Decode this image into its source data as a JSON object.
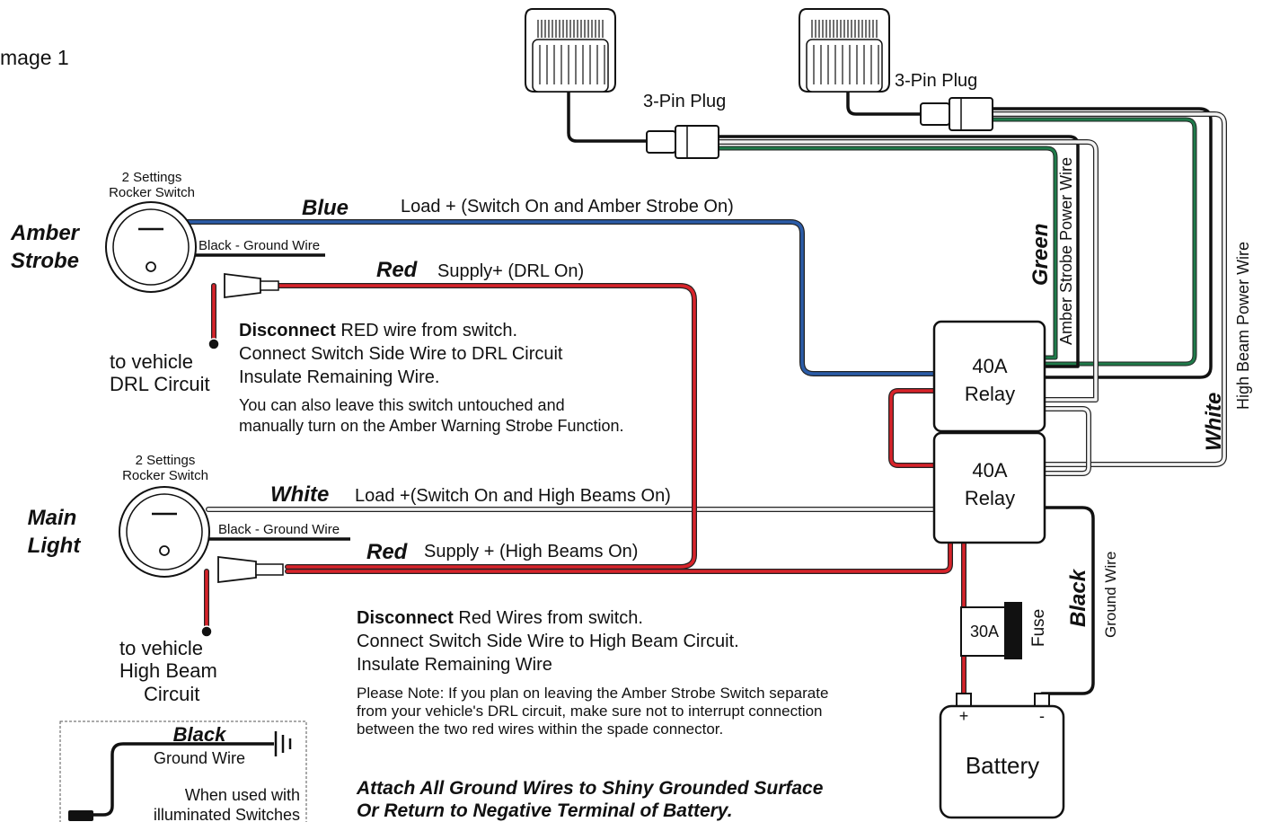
{
  "image_label": "mage 1",
  "colors": {
    "blue": "#2b5ca8",
    "red": "#d8232a",
    "green": "#1f7a4a",
    "black": "#111111",
    "white_wire": "#f4f4f4"
  },
  "switch_amber": {
    "caption_line1": "2 Settings",
    "caption_line2": "Rocker Switch",
    "name_line1": "Amber",
    "name_line2": "Strobe",
    "ground_label": "Black - Ground Wire",
    "vehicle_line1": "to vehicle",
    "vehicle_line2": "DRL Circuit"
  },
  "switch_main": {
    "caption_line1": "2 Settings",
    "caption_line2": "Rocker Switch",
    "name_line1": "Main",
    "name_line2": "Light",
    "ground_label": "Black - Ground Wire",
    "vehicle_line1": "to vehicle",
    "vehicle_line2": "High Beam",
    "vehicle_line3": "Circuit"
  },
  "wires": {
    "blue_name": "Blue",
    "blue_desc": "Load + (Switch On and Amber Strobe On)",
    "red1_name": "Red",
    "red1_desc": "Supply+ (DRL On)",
    "white_name": "White",
    "white_desc": "Load +(Switch On and High Beams On)",
    "red2_name": "Red",
    "red2_desc": "Supply + (High Beams On)",
    "green_name": "Green",
    "amber_power": "Amber Strobe Power Wire",
    "white_right_name": "White",
    "high_beam_power": "High Beam Power Wire",
    "black_right_name": "Black",
    "ground_wire_right": "Ground Wire"
  },
  "plugs": {
    "plug1": "3-Pin Plug",
    "plug2": "3-Pin Plug"
  },
  "relays": {
    "relay1_line1": "40A",
    "relay1_line2": "Relay",
    "relay2_line1": "40A",
    "relay2_line2": "Relay"
  },
  "fuse": {
    "value": "30A",
    "label": "Fuse"
  },
  "battery": {
    "label": "Battery",
    "plus": "+",
    "minus": "-"
  },
  "note1": {
    "bold": "Disconnect",
    "line1_rest": " RED wire from switch.",
    "line2": "Connect Switch Side Wire to DRL Circuit",
    "line3": "Insulate Remaining Wire.",
    "line4": "You can also leave this switch untouched and",
    "line5": "manually turn on the Amber Warning Strobe Function."
  },
  "note2": {
    "bold": "Disconnect",
    "line1_rest": " Red Wires from switch.",
    "line2": "Connect Switch Side Wire to High Beam Circuit.",
    "line3": "Insulate Remaining Wire",
    "line4": "Please Note: If you plan on leaving the Amber Strobe Switch separate",
    "line5": "from your vehicle's DRL circuit, make sure not to interrupt connection",
    "line6": "between the two red wires within the spade connector."
  },
  "attach_note": {
    "line1": "Attach All Ground Wires to Shiny Grounded Surface",
    "line2": "Or Return to Negative Terminal of Battery."
  },
  "legend": {
    "title": "Black",
    "subtitle": "Ground Wire",
    "note_line1": "When used with",
    "note_line2": "illuminated Switches"
  }
}
